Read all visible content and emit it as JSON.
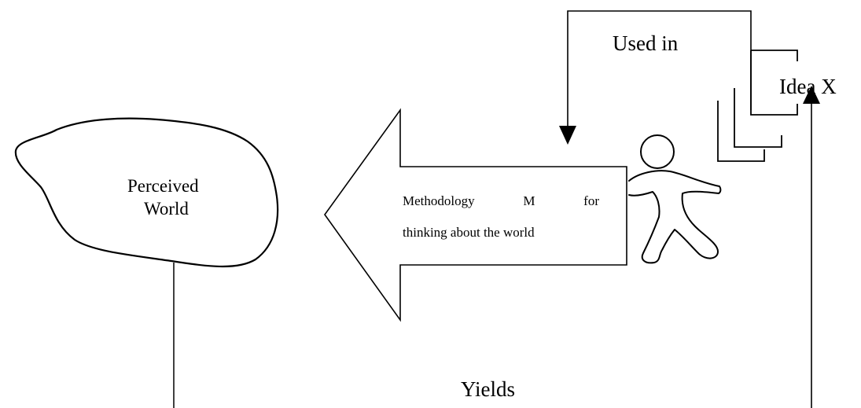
{
  "perceived_world": {
    "line1": "Perceived",
    "line2": "World"
  },
  "methodology": {
    "line1_words": [
      "Methodology",
      "M",
      "for"
    ],
    "line2": "thinking about the world"
  },
  "used_in_label": "Used in",
  "idea_label": "Idea X",
  "yields_label": "Yields"
}
